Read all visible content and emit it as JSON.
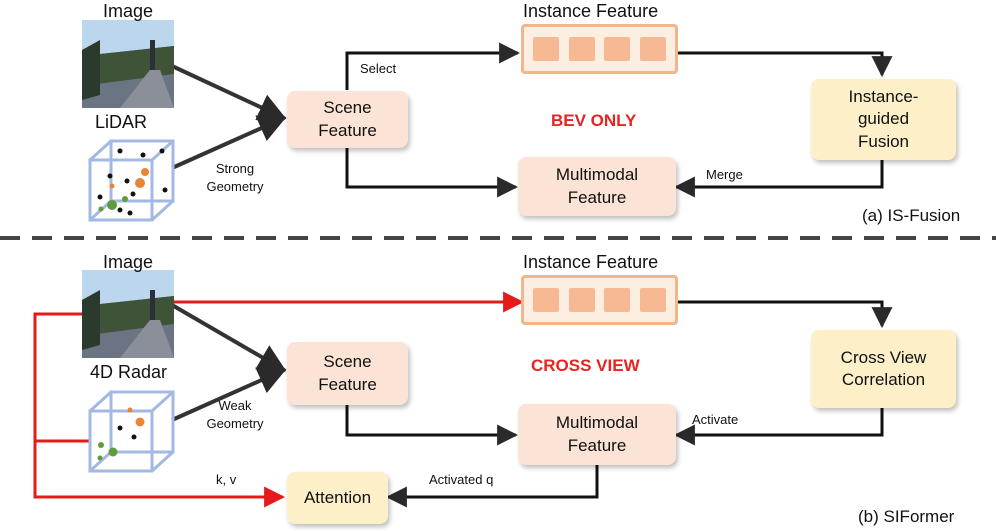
{
  "top": {
    "image_label": "Image",
    "lidar_label": "LiDAR",
    "scene_feature": "Scene Feature",
    "instance_feature": "Instance Feature",
    "select_label": "Select",
    "strong_geometry": "Strong Geometry",
    "highlight": "BEV ONLY",
    "instance_guided_fusion": "Instance-guided Fusion",
    "merge_label": "Merge",
    "multimodal_feature": "Multimodal Feature",
    "caption": "(a) IS-Fusion"
  },
  "bottom": {
    "image_label": "Image",
    "radar_label": "4D Radar",
    "scene_feature": "Scene Feature",
    "instance_feature": "Instance Feature",
    "weak_geometry": "Weak Geometry",
    "highlight": "CROSS VIEW",
    "cross_view_correlation": "Cross View Correlation",
    "activate_label": "Activate",
    "multimodal_feature": "Multimodal Feature",
    "kv_label": "k, v",
    "activated_q_label": "Activated q",
    "attention": "Attention",
    "caption": "(b) SIFormer"
  },
  "colors": {
    "arrow_dark": "#2a2a2a",
    "arrow_red": "#e51b1b",
    "highlight_red": "#e82323",
    "scene_box": "#fbe3d5",
    "fusion_box": "#fdf0c8",
    "instance_cells": "#f6b994",
    "cube_edges": "#9fb6e3"
  }
}
